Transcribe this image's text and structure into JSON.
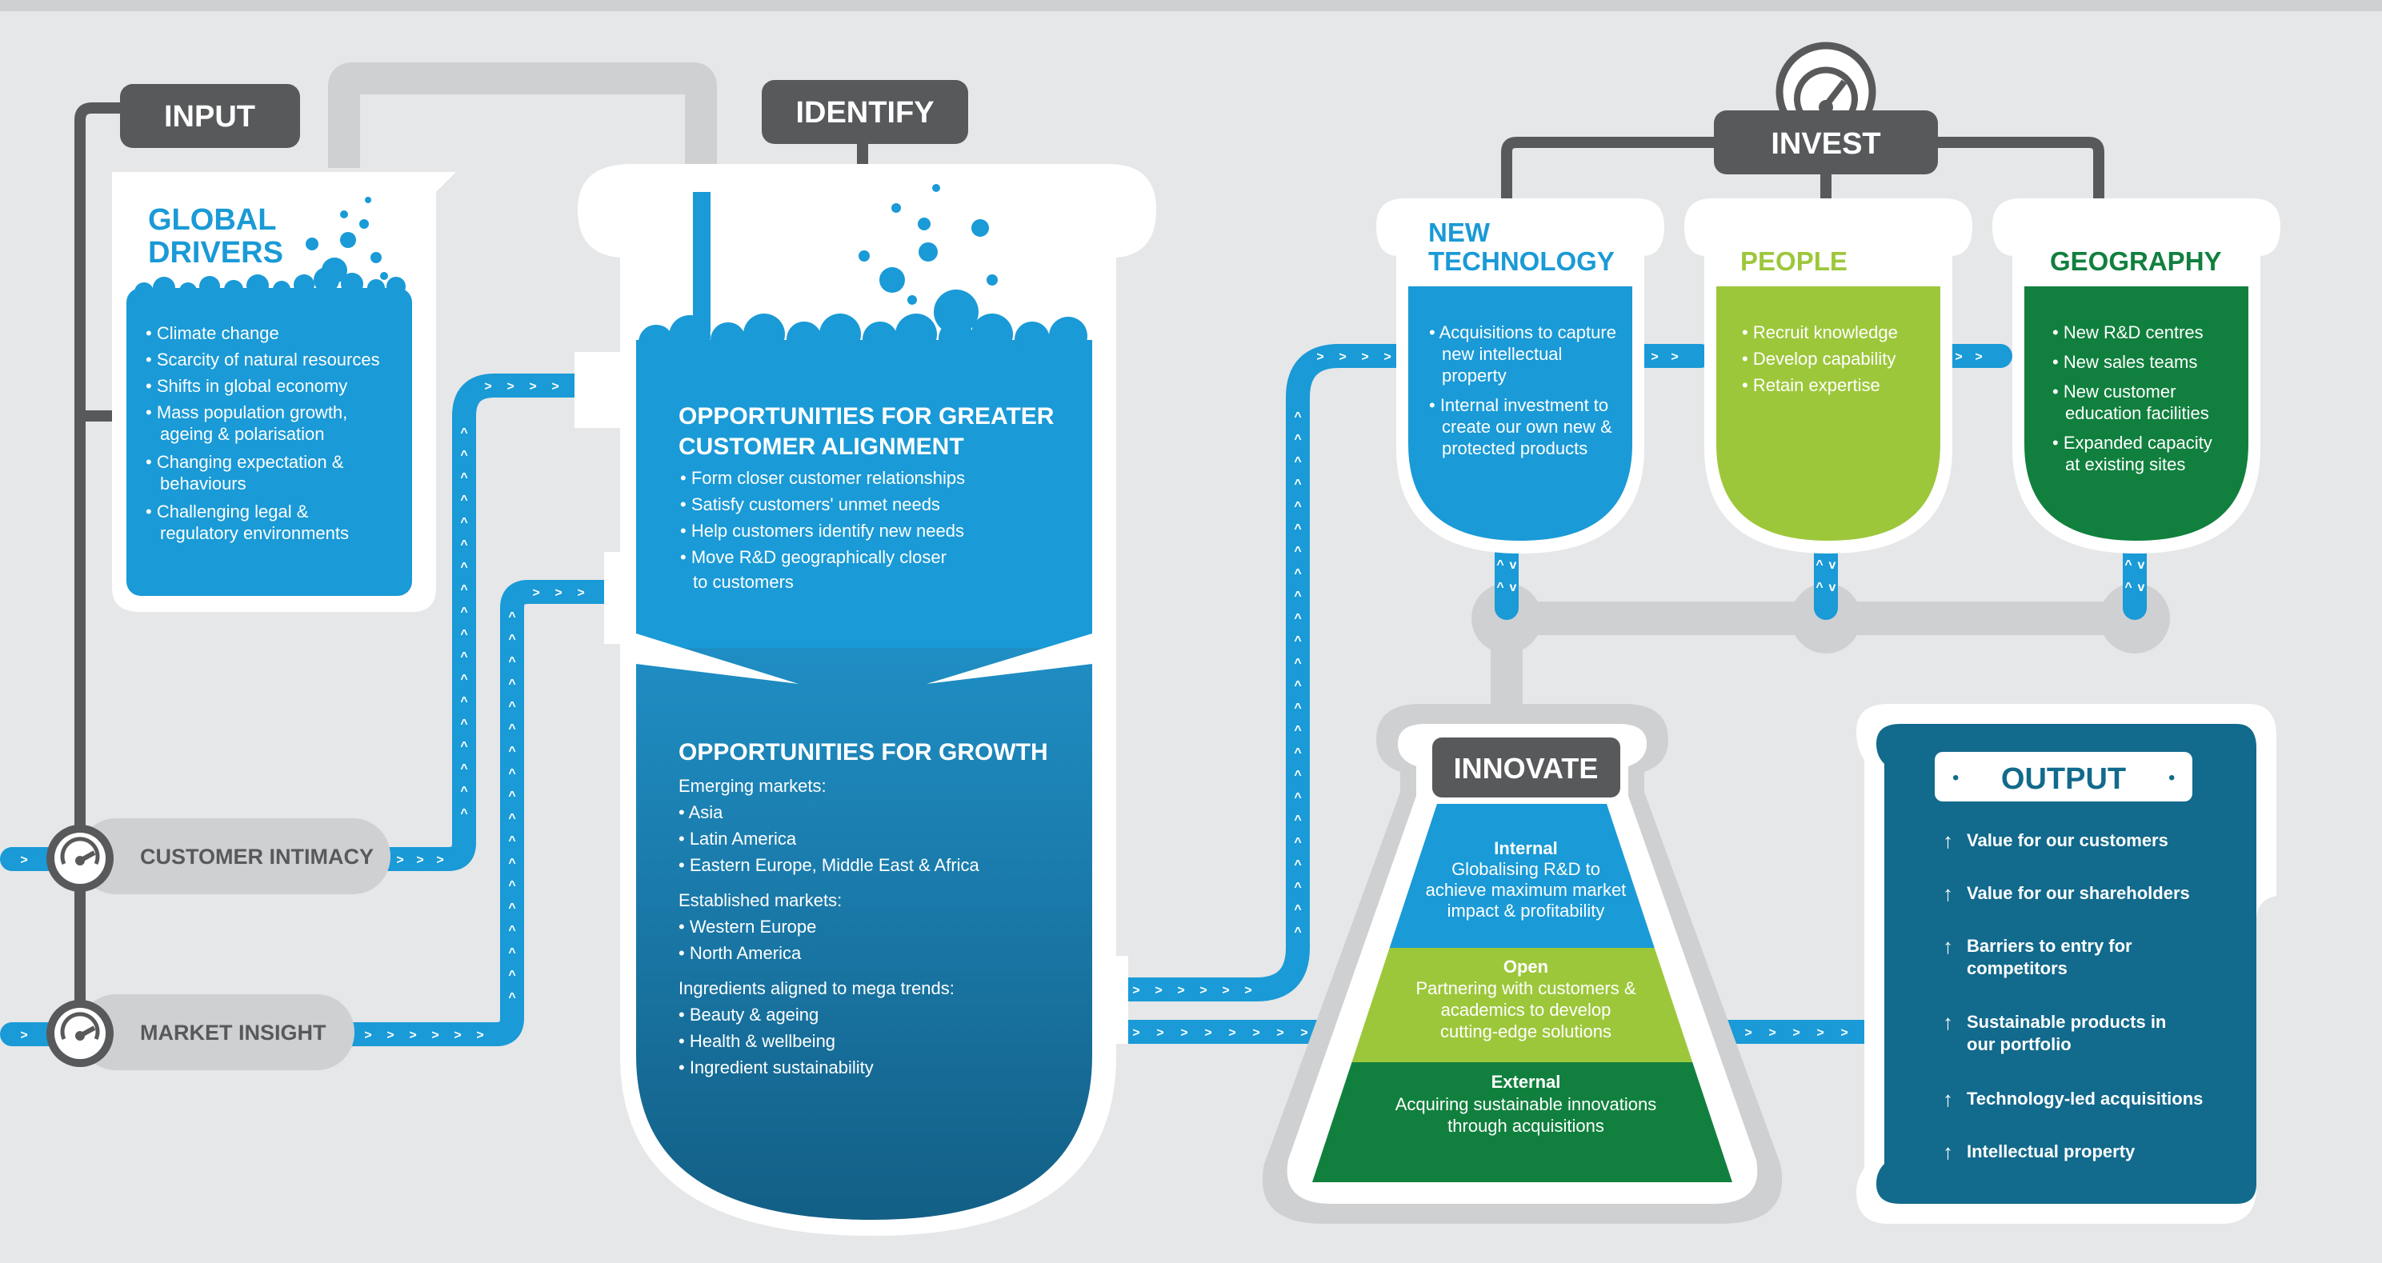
{
  "colors": {
    "background": "#e6e7e8",
    "pipe_grey": "#cfd0d2",
    "dark_label": "#58595b",
    "blue": "#1a9ad6",
    "dark_teal": "#136c8f",
    "output_teal": "#126a8c",
    "light_green": "#9dc73b",
    "dark_green": "#11803e",
    "white": "#ffffff"
  },
  "labels": {
    "input": "INPUT",
    "identify": "IDENTIFY",
    "invest": "INVEST",
    "innovate": "INNOVATE",
    "output": "OUTPUT"
  },
  "global_drivers": {
    "title_line1": "GLOBAL",
    "title_line2": "DRIVERS",
    "items": [
      "• Climate change",
      "• Scarcity of natural resources",
      "• Shifts in global economy",
      "• Mass population growth,",
      "ageing & polarisation",
      "• Changing expectation &",
      "behaviours",
      "• Challenging legal &",
      "regulatory environments"
    ]
  },
  "sources": {
    "customer_intimacy": "CUSTOMER INTIMACY",
    "market_insight": "MARKET INSIGHT"
  },
  "alignment": {
    "title_line1": "OPPORTUNITIES FOR GREATER",
    "title_line2": "CUSTOMER ALIGNMENT",
    "items": [
      "• Form closer customer relationships",
      "• Satisfy customers' unmet needs",
      "• Help customers identify new needs",
      "• Move R&D geographically closer",
      "to customers"
    ]
  },
  "growth": {
    "title": "OPPORTUNITIES FOR GROWTH",
    "lines": [
      "Emerging markets:",
      "• Asia",
      "• Latin America",
      "• Eastern Europe, Middle East & Africa",
      "Established markets:",
      "• Western Europe",
      "• North America",
      "Ingredients aligned to mega trends:",
      "• Beauty & ageing",
      "• Health & wellbeing",
      "• Ingredient sustainability"
    ]
  },
  "invest": {
    "new_technology": {
      "title_line1": "NEW",
      "title_line2": "TECHNOLOGY",
      "items": [
        "• Acquisitions to capture",
        "new intellectual",
        "property",
        "• Internal investment to",
        "create our own new &",
        "protected products"
      ]
    },
    "people": {
      "title": "PEOPLE",
      "items": [
        "• Recruit knowledge",
        "• Develop capability",
        "• Retain expertise"
      ]
    },
    "geography": {
      "title": "GEOGRAPHY",
      "items": [
        "• New R&D centres",
        "• New sales teams",
        "• New customer",
        "education facilities",
        "• Expanded capacity",
        "at existing sites"
      ]
    }
  },
  "innovate": {
    "internal": {
      "title": "Internal",
      "lines": [
        "Globalising R&D to",
        "achieve maximum market",
        "impact & profitability"
      ]
    },
    "open": {
      "title": "Open",
      "lines": [
        "Partnering with customers &",
        "academics to develop",
        "cutting-edge solutions"
      ]
    },
    "external": {
      "title": "External",
      "lines": [
        "Acquiring sustainable innovations",
        "through acquisitions"
      ]
    }
  },
  "output": {
    "items": [
      "Value for our customers",
      "Value for our shareholders",
      "Barriers to entry for",
      "competitors",
      "Sustainable products in",
      "our portfolio",
      "Technology-led acquisitions",
      "Intellectual property"
    ],
    "arrow_glyph": "↑",
    "dot_glyph": "•"
  },
  "icons": {
    "gauge": "gauge-icon",
    "flow_arrow": "chevron-right-icon",
    "bubbles": "bubbles-icon"
  }
}
